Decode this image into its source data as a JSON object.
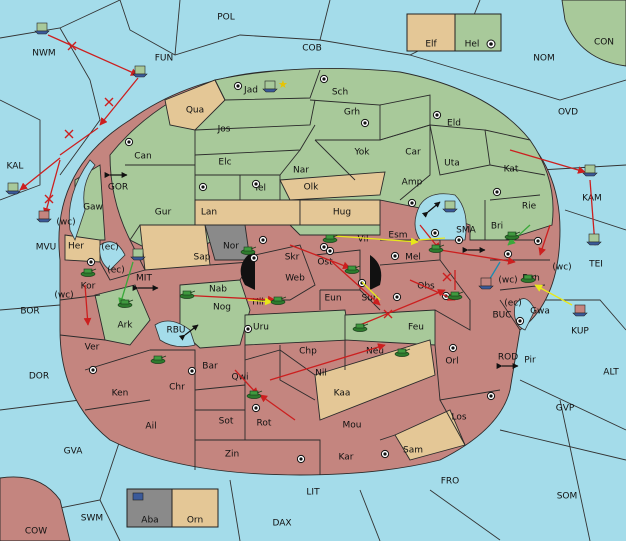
{
  "colors": {
    "sea": "#a4dcea",
    "land_green": "#a8c99a",
    "land_red": "#c4857f",
    "land_tan": "#e4c796",
    "land_gray": "#8a8a8a",
    "order_red": "#cc1f1f",
    "order_yellow": "#e8e81a",
    "order_green": "#3aa83a"
  },
  "sea_labels": [
    "POL",
    "FUN",
    "COB",
    "NWM",
    "NOM",
    "CON",
    "OVD",
    "KAL",
    "GOR",
    "KAM",
    "TEI",
    "BOR",
    "MIT",
    "RBU",
    "BUC",
    "KUP",
    "ALT",
    "DOR",
    "ROD",
    "GVP",
    "GVA",
    "FRO",
    "SOM",
    "LIT",
    "SWM",
    "DAX",
    "COW"
  ],
  "land_labels_green": [
    "Jad",
    "Sch",
    "Qua",
    "Jos",
    "Grh",
    "Eld",
    "Can",
    "Yok",
    "Car",
    "Uta",
    "Elc",
    "Nar",
    "Amp",
    "Kat",
    "Tel",
    "Olk",
    "Gur",
    "Hug",
    "Bri",
    "Rie",
    "Gaw",
    "Esm",
    "Vil",
    "SMA",
    "Nab",
    "Nog",
    "Hil",
    "Uru",
    "Feu",
    "Ark"
  ],
  "land_labels_tan": [
    "Lan",
    "Sap",
    "Her",
    "Kaa",
    "Sam"
  ],
  "land_labels_red": [
    "Kor",
    "Ver",
    "Ken",
    "Chr",
    "Ail",
    "Bar",
    "Qwi",
    "Sot",
    "Rot",
    "Chp",
    "Nil",
    "Neu",
    "Orl",
    "Mou",
    "Los",
    "Zin",
    "Kar",
    "Skr",
    "Web",
    "Ost",
    "Mel",
    "Eun",
    "Sun",
    "Obs",
    "Bun",
    "Gwa",
    "Pir"
  ],
  "land_labels_gray": [
    "Nor"
  ],
  "small_labels": [
    "(wc)",
    "(ec)",
    "(ec)",
    "(wc)",
    "(wc)",
    "(ec)",
    "(wc)"
  ],
  "legend_top": {
    "left": "Elf",
    "right": "Hel"
  },
  "legend_bottom": {
    "left": "Aba",
    "right": "Orn"
  },
  "special_labels": {
    "mvu": "MVU"
  }
}
